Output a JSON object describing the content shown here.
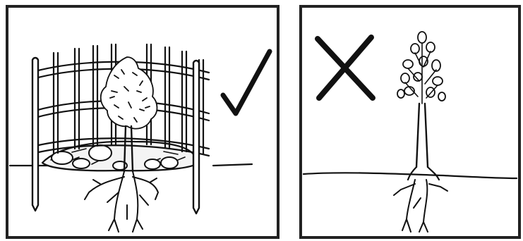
{
  "panels": [
    {
      "name": "protected-tree",
      "mark": "checkmark-icon",
      "verdict": "correct"
    },
    {
      "name": "unprotected-tree",
      "mark": "cross-icon",
      "verdict": "incorrect"
    }
  ],
  "colors": {
    "ink": "#111111",
    "border": "#222222",
    "background": "#ffffff"
  }
}
